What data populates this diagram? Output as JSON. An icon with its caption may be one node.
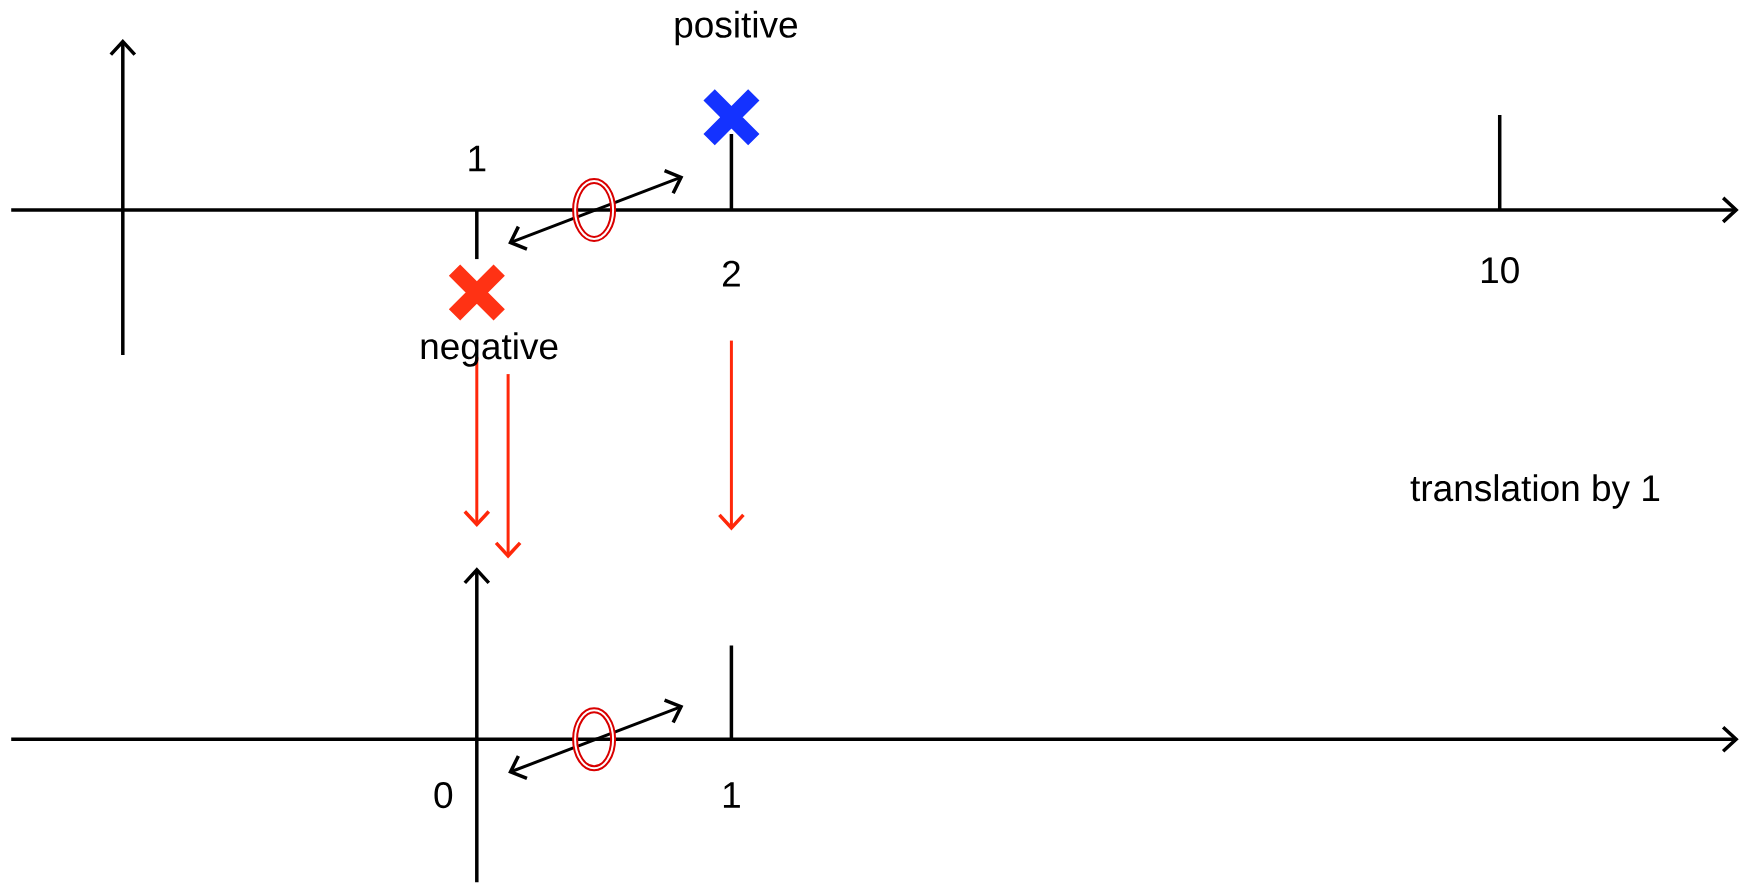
{
  "diagram": {
    "labels": [
      "positive",
      "1",
      "2",
      "10",
      "negative",
      "translation by 1",
      "0",
      "1"
    ]
  }
}
